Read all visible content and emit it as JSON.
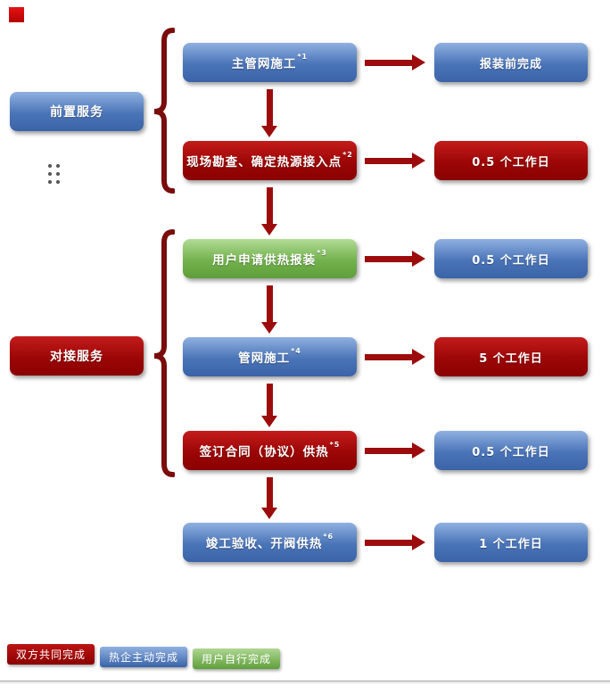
{
  "phases": [
    {
      "label": "前置服务",
      "type": "blue"
    },
    {
      "label": "对接服务",
      "type": "red"
    }
  ],
  "steps": [
    {
      "label": "主管网施工",
      "sup": "*1",
      "type": "blue",
      "result": "报装前完成",
      "result_type": "blue"
    },
    {
      "label": "现场勘查、确定热源接入点",
      "sup": "*2",
      "type": "red",
      "result": "0.5 个工作日",
      "result_type": "red"
    },
    {
      "label": "用户申请供热报装",
      "sup": "*3",
      "type": "green",
      "result": "0.5 个工作日",
      "result_type": "blue"
    },
    {
      "label": "管网施工",
      "sup": "*4",
      "type": "blue",
      "result": "5 个工作日",
      "result_type": "red"
    },
    {
      "label": "签订合同（协议）供热",
      "sup": "*5",
      "type": "red",
      "result": "0.5 个工作日",
      "result_type": "blue"
    },
    {
      "label": "竣工验收、开阀供热",
      "sup": "*6",
      "type": "blue",
      "result": "1 个工作日",
      "result_type": "blue"
    }
  ],
  "legend": [
    {
      "label": "双方共同完成",
      "type": "red"
    },
    {
      "label": "热企主动完成",
      "type": "blue"
    },
    {
      "label": "用户自行完成",
      "type": "green"
    }
  ],
  "colors": {
    "blue": "#3a63a8",
    "red": "#9c0606",
    "green": "#5f9f3b",
    "arrow": "#9c0c0c",
    "brace": "#7a0c0c"
  }
}
